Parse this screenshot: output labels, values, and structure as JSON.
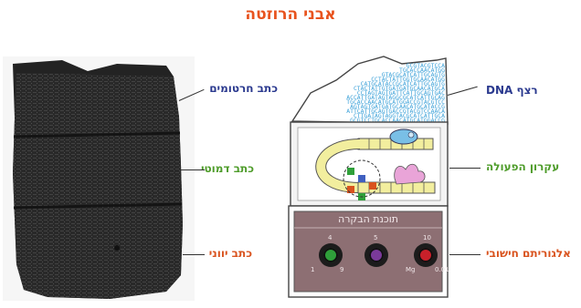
{
  "title": "אבני הרוזטה",
  "colors": {
    "title": "#e8531e",
    "hieroglyph": "#2b3a8f",
    "demotic": "#4e9c2a",
    "greek": "#d9531e",
    "dna": "#2b3a8f",
    "principle": "#4e9c2a",
    "algorithm": "#d9531e",
    "dna_text": "#3aa0d8",
    "panel": "#8d6f73"
  },
  "stone": {
    "labels": {
      "hieroglyph": "כתב חרטומים",
      "demotic": "כתב דמוטי",
      "greek": "כתב יווני"
    }
  },
  "computer": {
    "labels": {
      "dna": "רצף DNA",
      "principle": "עקרון הפעולה",
      "algorithm": "אלגוריתם חישובי"
    },
    "panel_title": "תוכנת הבקרה",
    "knobs": [
      {
        "name": "knob-green",
        "color": "#2fa03a",
        "top": "4",
        "left": "1",
        "right": "9"
      },
      {
        "name": "knob-purple",
        "color": "#7a3a9a",
        "top": "5",
        "left": "",
        "right": ""
      },
      {
        "name": "knob-red",
        "color": "#c8202a",
        "top": "10",
        "left": "Mg",
        "right": "0.01"
      }
    ],
    "dna_lines": [
      "GCGTACGTCCA",
      "TGCACCAACATGG",
      "GTACGCATCATTGCAGTG",
      "CCTACTATTGGTGCAACATGG",
      "CATGCATACCGCATCATTGCAGTG",
      "CTACTATTGTGATGATGCAACATGCA",
      "CCTAGTAGTGATTCATTGCAGTGAC",
      "ACCATTGATAGTAGGCGCATCATTGCAG",
      "TGCACCAACATGCATGGACCGTACGTCC",
      "AGTAGTGATGATGCAACATGCATACCG",
      "ATTCATTGCAGTGACCGTACGTCCAACA",
      "CTTGATAGTAGGTACGCATCATTGCA",
      "GCGTCCTGCACCAACATGCATGGACCG"
    ]
  }
}
